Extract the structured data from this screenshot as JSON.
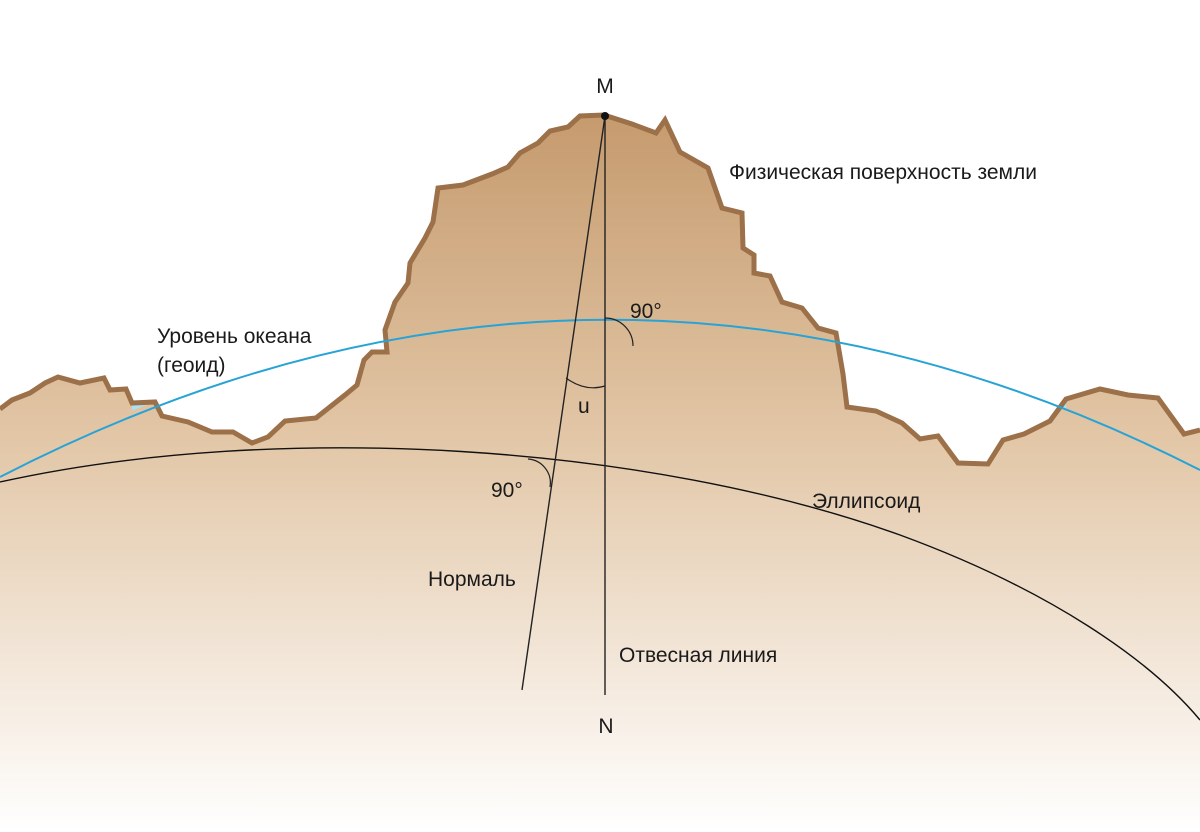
{
  "labels": {
    "point_m": "M",
    "point_n": "N",
    "physical_surface": "Физическая поверхность земли",
    "ocean_level_line1": "Уровень океана",
    "ocean_level_line2": "(геоид)",
    "angle_top": "90°",
    "angle_u": "u",
    "angle_bottom": "90°",
    "ellipsoid": "Эллипсоид",
    "normal": "Нормаль",
    "plumb_line": "Отвесная линия"
  },
  "colors": {
    "land_top": "#c59a6d",
    "land_bottom": "#ffffff",
    "land_outline": "#9c7048",
    "water": "#a9dff7",
    "geoid_line": "#27a3d6",
    "ellipsoid_line": "#111111",
    "construction_line": "#222222"
  }
}
